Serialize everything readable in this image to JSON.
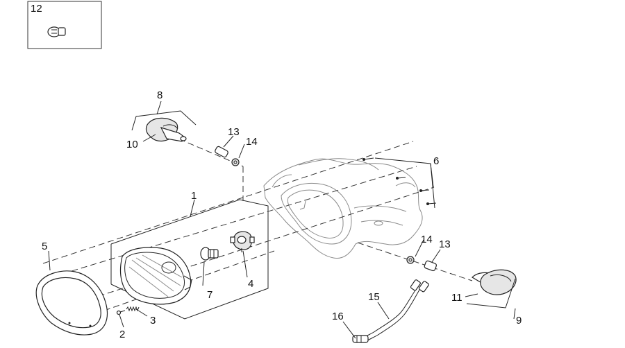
{
  "diagram": {
    "labels": {
      "p1": "1",
      "p2": "2",
      "p3": "3",
      "p4": "4",
      "p5": "5",
      "p6": "6",
      "p7": "7",
      "p8": "8",
      "p9": "9",
      "p10": "10",
      "p11": "11",
      "p12": "12",
      "p13a": "13",
      "p13b": "13",
      "p14a": "14",
      "p14b": "14",
      "p15": "15",
      "p16": "16"
    }
  }
}
